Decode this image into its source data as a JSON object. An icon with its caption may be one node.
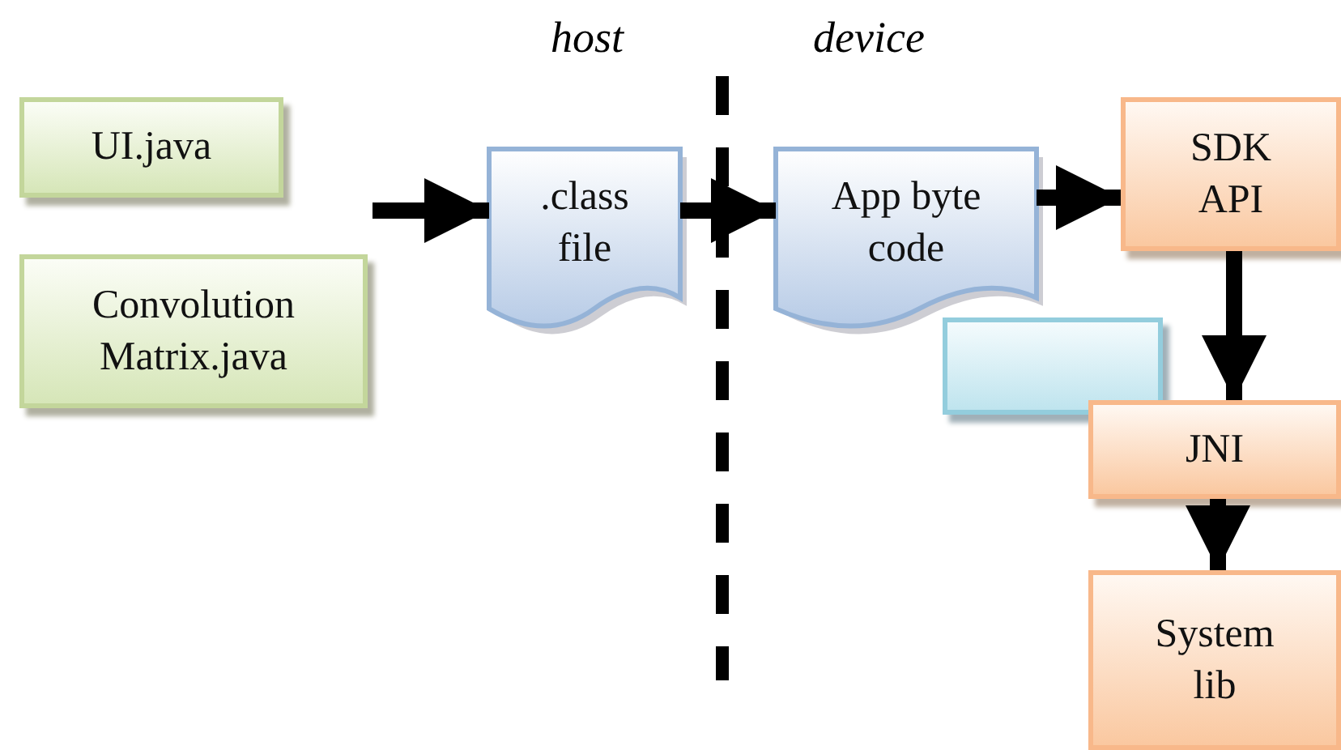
{
  "diagram": {
    "nodes": [
      {
        "text": [
          "UI.java"
        ]
      },
      {
        "text": [
          "Convolution Matrix.java"
        ]
      },
      {
        "text": [
          ".class file"
        ]
      },
      {
        "text": [
          "App byte code"
        ]
      },
      {
        "text": [],
        "shape": "box"
      },
      {
        "text": [
          "SDK API"
        ]
      },
      {
        "text": [
          "JNI"
        ]
      },
      {
        "text": [
          "System lib"
        ]
      }
    ],
    "edges": [
      {
        "from": null,
        "to": 2,
        "arrow": "to"
      },
      {
        "from": 2,
        "to": 3,
        "arrow": "to"
      },
      {
        "from": 3,
        "to": 5,
        "arrow": "to"
      },
      {
        "from": 5,
        "to": 6,
        "arrow": "to"
      },
      {
        "from": 6,
        "to": 7,
        "arrow": "to"
      }
    ],
    "labels": [
      "host",
      "device"
    ]
  }
}
